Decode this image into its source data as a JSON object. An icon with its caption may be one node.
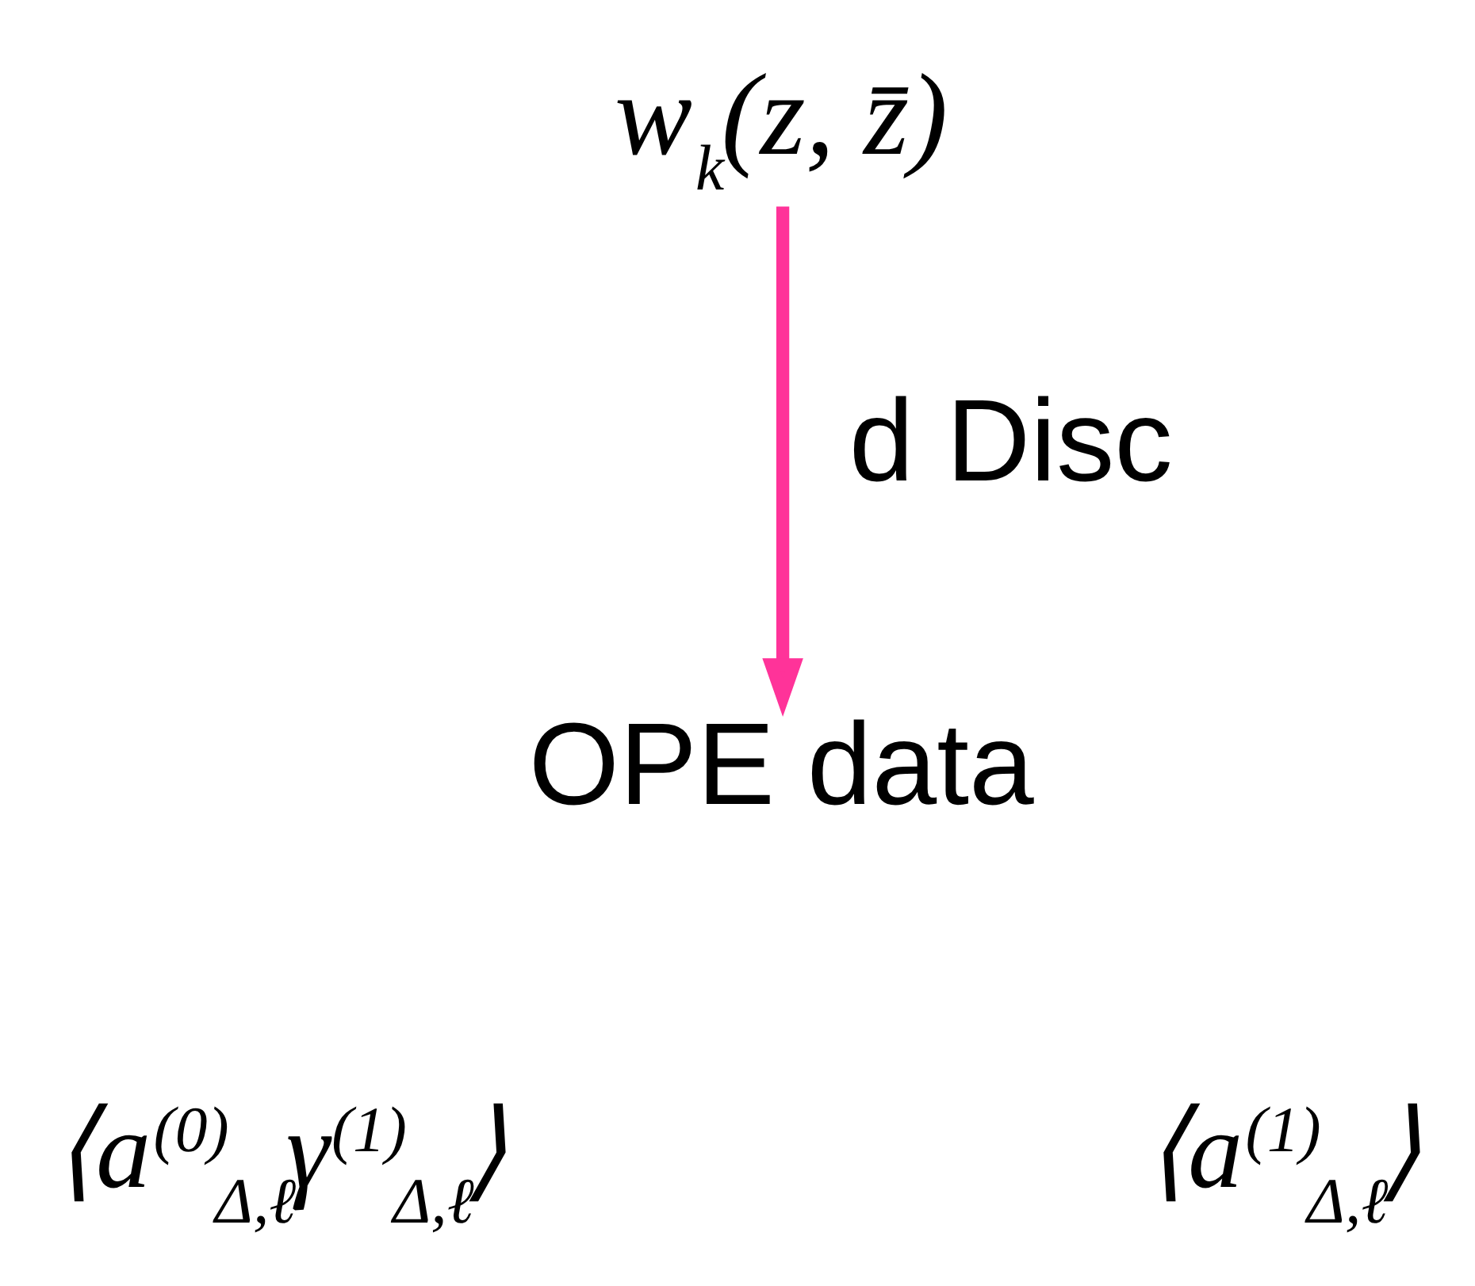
{
  "diagram": {
    "nodes": [
      {
        "text": [
          "w$_{k}$(z, z̄)"
        ]
      },
      {
        "text": [
          "OPE data"
        ]
      }
    ],
    "edges": [
      {
        "from": 0,
        "to": 1,
        "arrow": "to",
        "label": "d Disc",
        "color": "#ff3399"
      }
    ],
    "labels": [
      "⟨a$^{(0)}$$_{Δ,ℓ}$γ$^{(1)}$$_{Δ,ℓ}$⟩",
      "⟨a$^{(1)}$$_{Δ,ℓ}$⟩"
    ]
  }
}
